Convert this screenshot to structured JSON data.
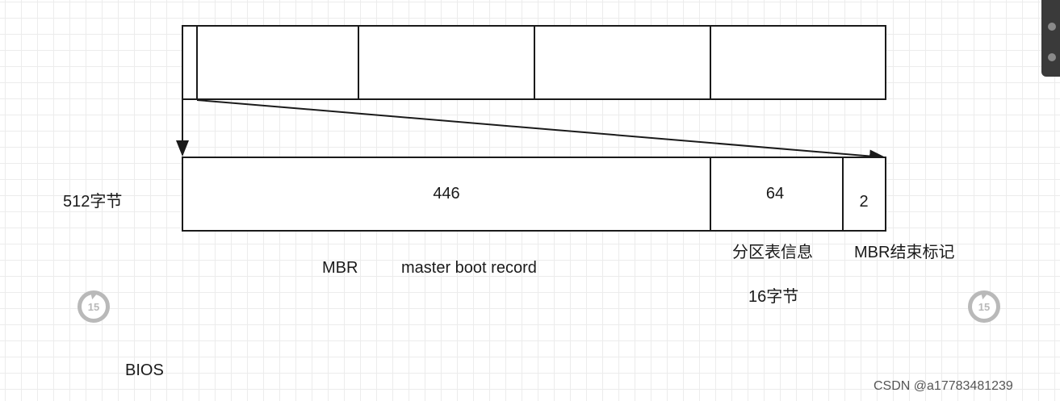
{
  "labels": {
    "total_size": "512字节",
    "cell_446": "446",
    "cell_64": "64",
    "cell_2": "2",
    "mbr": "MBR",
    "mbr_full": "master  boot  record",
    "partition_table": "分区表信息",
    "partition_entry_size": "16字节",
    "mbr_end_marker": "MBR结束标记",
    "bios": "BIOS"
  },
  "player": {
    "rewind_seconds": "15",
    "forward_seconds": "15"
  },
  "watermark": "CSDN @a17783481239",
  "colors": {
    "line": "#1a1a1a",
    "grid": "#ececec",
    "control_gray": "#b9b9b9"
  }
}
